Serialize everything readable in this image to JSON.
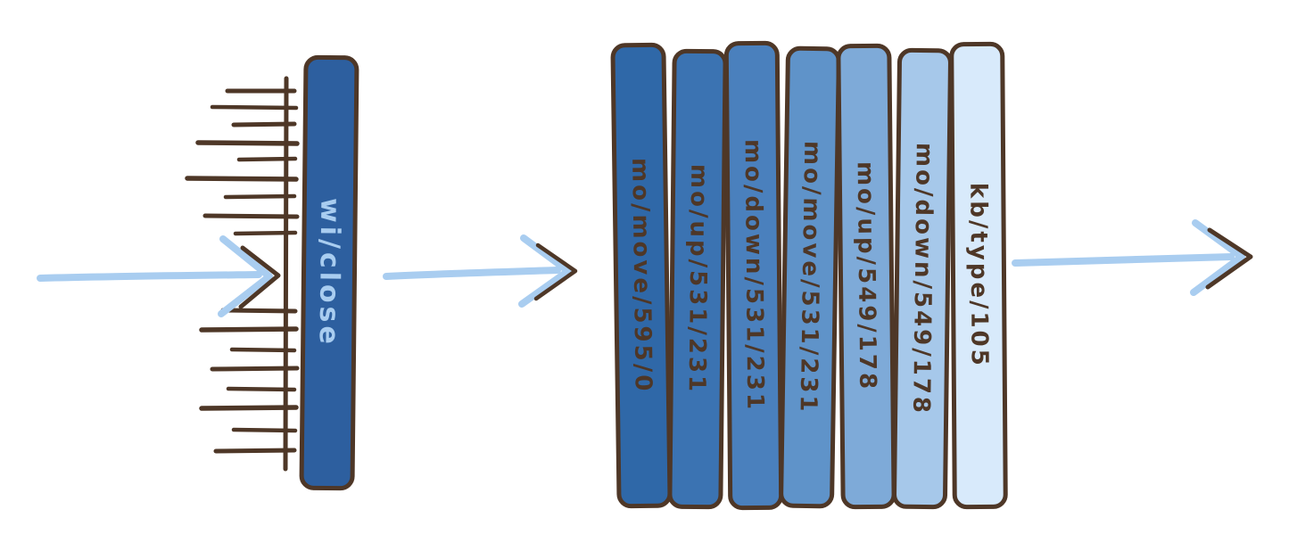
{
  "palette": {
    "bg": "#ffffff",
    "outline": "#4e3727",
    "text": "#4e3727",
    "arrow": "#a9cdf0",
    "bar-label-light": "#a9cdf0"
  },
  "diagram": {
    "filter": {
      "label": "wi/close",
      "color": "#2d5f9f"
    },
    "events": [
      {
        "label": "mo/move/595/0",
        "color": "#2f68a8"
      },
      {
        "label": "mo/up/531/231",
        "color": "#3b73b2"
      },
      {
        "label": "mo/down/531/231",
        "color": "#4a80bd"
      },
      {
        "label": "mo/move/531/231",
        "color": "#5f93c9"
      },
      {
        "label": "mo/up/549/178",
        "color": "#7eaad8"
      },
      {
        "label": "mo/down/549/178",
        "color": "#a6c8ea"
      },
      {
        "label": "kb/type/105",
        "color": "#d8eafb"
      }
    ]
  }
}
